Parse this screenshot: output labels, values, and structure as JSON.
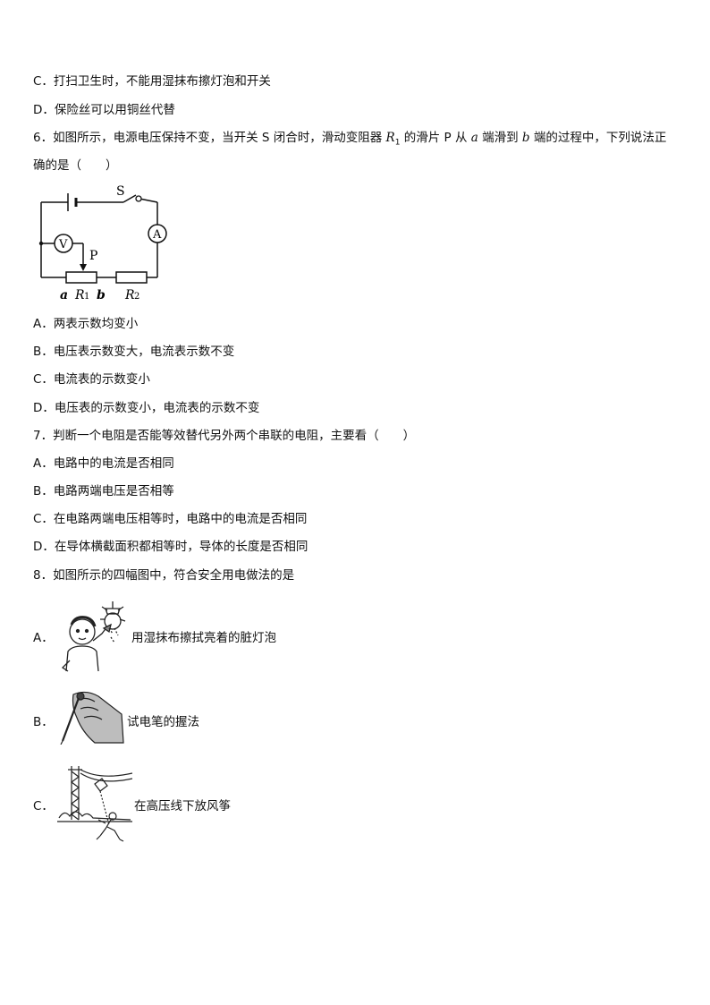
{
  "q5": {
    "option_c": "C．打扫卫生时，不能用湿抹布擦灯泡和开关",
    "option_d": "D．保险丝可以用铜丝代替"
  },
  "q6": {
    "stem_a": "6．如图所示，电源电压保持不变，当开关 S 闭合时，滑动变阻器 ",
    "stem_r": "R",
    "stem_r_sub": "1",
    "stem_b": " 的滑片 P 从 ",
    "stem_a_end": "a",
    "stem_c": " 端滑到 ",
    "stem_b_end": "b",
    "stem_d": " 端的过程中，下列说法正",
    "stem_line2": "确的是（　　）",
    "diagram": {
      "switch_label": "S",
      "voltmeter_label": "V",
      "ammeter_label": "A",
      "slider_label": "P",
      "end_a": "a",
      "r1": "R",
      "r1_sub": "1",
      "end_b": "b",
      "r2": "R",
      "r2_sub": "2"
    },
    "option_a": "A．两表示数均变小",
    "option_b": "B．电压表示数变大，电流表示数不变",
    "option_c": "C．电流表的示数变小",
    "option_d": "D．电压表的示数变小，电流表的示数不变"
  },
  "q7": {
    "stem": "7．判断一个电阻是否能等效替代另外两个串联的电阻，主要看（　　）",
    "option_a": "A．电路中的电流是否相同",
    "option_b": "B．电路两端电压是否相等",
    "option_c": "C．在电路两端电压相等时，电路中的电流是否相同",
    "option_d": "D．在导体横截面积都相等时，导体的长度是否相同"
  },
  "q8": {
    "stem": "8．如图所示的四幅图中，符合安全用电做法的是",
    "option_a_label": "A．",
    "option_a_text": "用湿抹布擦拭亮着的脏灯泡",
    "option_b_label": "B．",
    "option_b_text": "试电笔的握法",
    "option_c_label": "C．",
    "option_c_text": "在高压线下放风筝"
  }
}
